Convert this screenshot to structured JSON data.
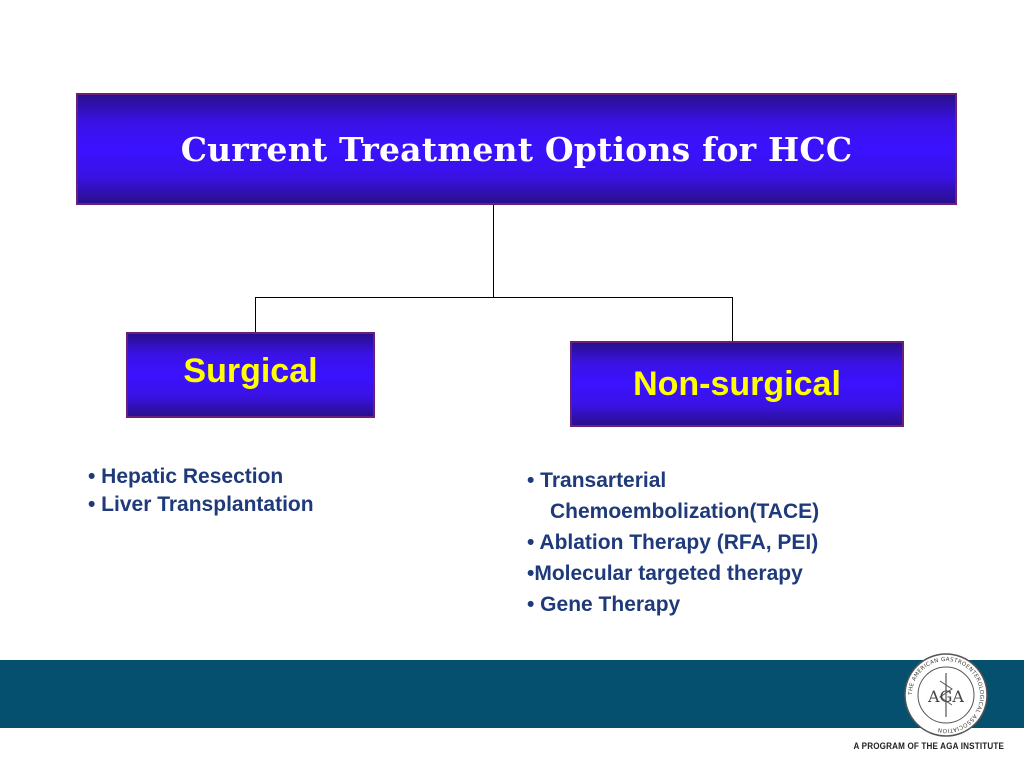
{
  "title": "Current Treatment Options for HCC",
  "branches": [
    {
      "label": "Surgical",
      "items": [
        "• Hepatic Resection",
        "• Liver Transplantation"
      ]
    },
    {
      "label": "Non-surgical",
      "items": [
        "• Transarterial",
        "Chemoembolization(TACE)",
        "• Ablation Therapy (RFA, PEI)",
        "•Molecular targeted therapy",
        "• Gene Therapy"
      ]
    }
  ],
  "footer": {
    "program_text": "A PROGRAM OF THE AGA INSTITUTE",
    "seal_monogram": "AGA",
    "seal_ring_text": "THE AMERICAN GASTROENTEROLOGICAL ASSOCIATION"
  },
  "colors": {
    "box_fill": "#3b12ff",
    "box_border": "#6a1f7a",
    "title_text": "#ffffff",
    "label_text": "#ffff00",
    "list_text": "#1f3a7a",
    "footer_bar": "#05506f"
  }
}
